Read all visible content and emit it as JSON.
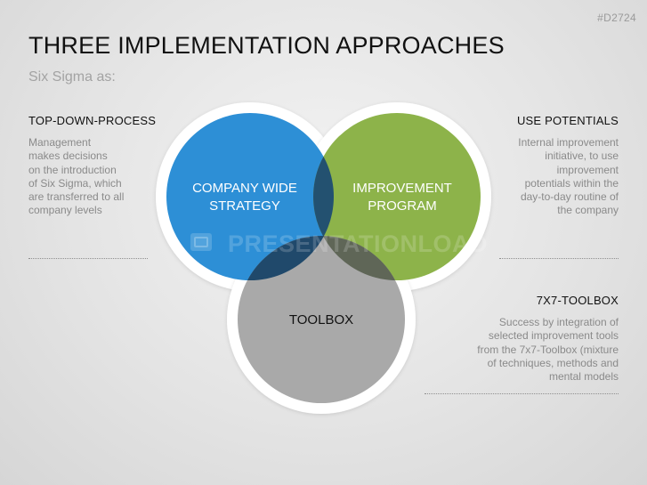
{
  "slide_id": "#D2724",
  "title": "THREE IMPLEMENTATION APPROACHES",
  "subtitle": "Six Sigma as:",
  "watermark": "PRESENTATIONLOAD",
  "colors": {
    "blue": "#2d8fd6",
    "green": "#8db34a",
    "gray": "#a9a9a9",
    "blue_green_overlap": "#235170",
    "blue_gray_overlap": "#20496b",
    "green_gray_overlap": "#5f6657",
    "center_overlap": "#1f3e57"
  },
  "circles": [
    {
      "id": "strategy",
      "line1": "COMPANY WIDE",
      "line2": "STRATEGY",
      "color": "blue"
    },
    {
      "id": "program",
      "line1": "IMPROVEMENT",
      "line2": "PROGRAM",
      "color": "green"
    },
    {
      "id": "toolbox",
      "line1": "TOOLBOX",
      "line2": "",
      "color": "gray"
    }
  ],
  "blocks": {
    "top_down": {
      "heading": "TOP-DOWN-PROCESS",
      "lines": [
        "Management",
        "makes decisions",
        "on the introduction",
        "of Six Sigma, which",
        "are transferred to all",
        "company levels"
      ]
    },
    "use_potentials": {
      "heading": "USE POTENTIALS",
      "lines": [
        "Internal improvement",
        "initiative, to use",
        "improvement",
        "potentials within the",
        "day-to-day routine of",
        "the company"
      ]
    },
    "toolbox": {
      "heading": "7X7-TOOLBOX",
      "lines": [
        "Success by integration of",
        "selected improvement tools",
        "from the 7x7-Toolbox (mixture",
        "of techniques, methods and",
        "mental models"
      ]
    }
  }
}
